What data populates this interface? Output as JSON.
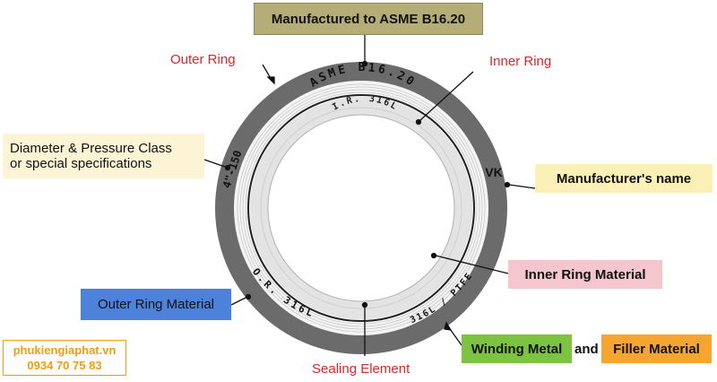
{
  "standard_label": "Manufactured to ASME B16.20",
  "outer_ring_label": "Outer Ring",
  "inner_ring_label": "Inner Ring",
  "diameter_label_line1": "Diameter & Pressure Class",
  "diameter_label_line2": "or special specifications",
  "manufacturer_label": "Manufacturer's name",
  "inner_ring_material_label": "Inner Ring Material",
  "outer_ring_material_label": "Outer Ring Material",
  "winding_metal_label": "Winding Metal",
  "and_label": "and",
  "filler_material_label": "Filler Material",
  "sealing_element_label": "Sealing Element",
  "ring_text": {
    "top": "ASME B16.20",
    "inner": "I.R. 316L",
    "left": "4\"-150",
    "right": "VK",
    "bottom_left": "O.R. 316L",
    "bottom_right": "316L / PTFE"
  },
  "watermark": {
    "site": "phukiengiaphat.vn",
    "phone": "0934 70 75 83"
  },
  "colors": {
    "outer_ring": "#6b6b6b",
    "inner_ring": "#e5e5e5",
    "standard_box": "#b5ad78",
    "manufacturer_box": "#fbf1b6",
    "diameter_box": "#fdf3d5",
    "inner_material_box": "#f6c6cf",
    "outer_material_box": "#4c82d9",
    "winding_box": "#7dc342",
    "filler_box": "#f7a531",
    "callout_red": "#d9262b"
  }
}
